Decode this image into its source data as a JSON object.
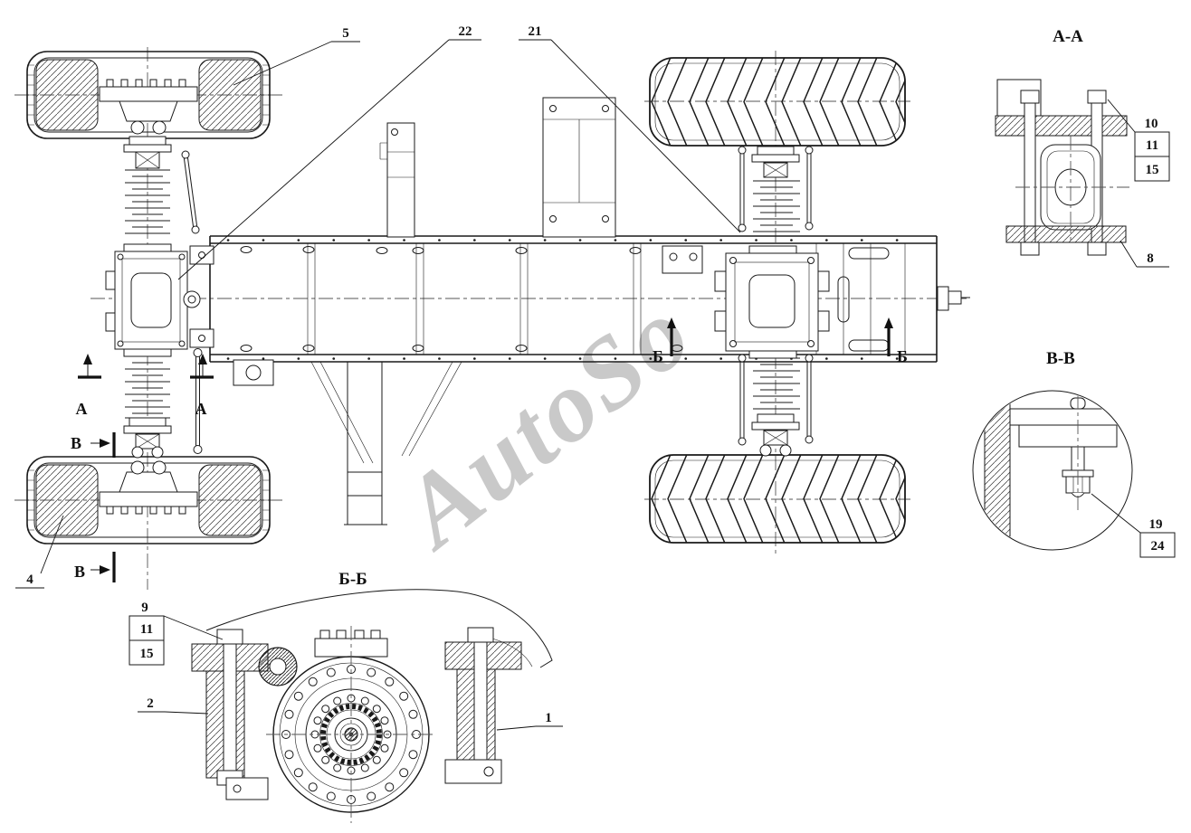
{
  "colors": {
    "ink": "#1a1a1a",
    "paper": "#ffffff",
    "watermark": "#8a8a8a"
  },
  "watermark": {
    "text": "AutoSo"
  },
  "section_titles": {
    "aa": "А-А",
    "bb": "Б-Б",
    "vv": "В-В"
  },
  "cut_markers": {
    "a_left": "А",
    "a_right": "А",
    "v_top": "В",
    "v_bottom": "В",
    "b_left": "Б",
    "b_right": "Б"
  },
  "callouts": {
    "main": {
      "c5": "5",
      "c22": "22",
      "c21": "21",
      "c4": "4"
    },
    "aa": {
      "c10": "10",
      "c11": "11",
      "c15": "15",
      "c8": "8"
    },
    "vv": {
      "c19": "19",
      "c24": "24"
    },
    "bb": {
      "c9": "9",
      "c11": "11",
      "c15": "15",
      "c2": "2",
      "c1": "1"
    }
  }
}
